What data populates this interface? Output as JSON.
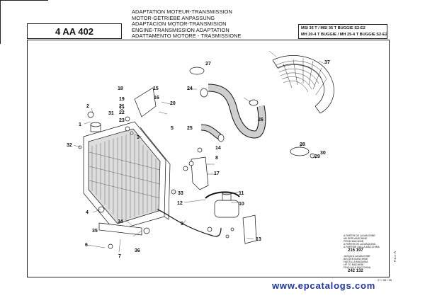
{
  "header": {
    "code": "4 AA 402",
    "titles": [
      "ADAPTATION MOTEUR-TRANSMISSION",
      "MOTOR-GETRIEBE ANPASSUNG",
      "ADAPTACION MOTOR-TRANSMISION",
      "ENGINE-TRANSMISSION ADAPTATION",
      "ADATTAMENTO MOTORE - TRASMISSIONE"
    ],
    "models": [
      "MSI 35 T / MSI 35 T BUGGIE S2-E2",
      "MH 20-4 T BUGGIE / MH 25-4 T BUGGIE S2-E2"
    ]
  },
  "serials": {
    "from_lines": [
      "A PARTIR DE LA MACHINE",
      "AB DER MASCHINE",
      "FROM MACHINE",
      "A PARTIR DE LA MAQUINA",
      "A PARTIRE DALLA MACCHINA"
    ],
    "from_number": "215 197",
    "upto_lines": [
      "JUSQU'A LA MACHINE",
      "BIS DER MASCHINE",
      "HASTA LA MAQUINA",
      "UP TO MACHINE",
      "FINO ALLA MACCHINA"
    ],
    "upto_number": "242 132"
  },
  "side_code": "F.C.I.-A",
  "doc_ref": "27 / 06 / 05",
  "watermark": "www.epcatalogs.com",
  "callouts": [
    {
      "id": "c1",
      "label": "1"
    },
    {
      "id": "c2",
      "label": "2"
    },
    {
      "id": "c3",
      "label": "3"
    },
    {
      "id": "c4",
      "label": "4"
    },
    {
      "id": "c5",
      "label": "5"
    },
    {
      "id": "c6",
      "label": "6"
    },
    {
      "id": "c7",
      "label": "7"
    },
    {
      "id": "c8",
      "label": "8"
    },
    {
      "id": "c9",
      "label": "9"
    },
    {
      "id": "c10",
      "label": "10"
    },
    {
      "id": "c11",
      "label": "11"
    },
    {
      "id": "c12",
      "label": "12"
    },
    {
      "id": "c13",
      "label": "13"
    },
    {
      "id": "c14",
      "label": "14"
    },
    {
      "id": "c15",
      "label": "15"
    },
    {
      "id": "c16",
      "label": "16"
    },
    {
      "id": "c17",
      "label": "17"
    },
    {
      "id": "c18",
      "label": "18"
    },
    {
      "id": "c19",
      "label": "19"
    },
    {
      "id": "c20",
      "label": "20"
    },
    {
      "id": "c21",
      "label": "21"
    },
    {
      "id": "c22",
      "label": "22"
    },
    {
      "id": "c23",
      "label": "23"
    },
    {
      "id": "c24",
      "label": "24"
    },
    {
      "id": "c25",
      "label": "25"
    },
    {
      "id": "c26",
      "label": "26"
    },
    {
      "id": "c27",
      "label": "27"
    },
    {
      "id": "c28",
      "label": "28"
    },
    {
      "id": "c29",
      "label": "29"
    },
    {
      "id": "c30",
      "label": "30"
    },
    {
      "id": "c31",
      "label": "31"
    },
    {
      "id": "c32",
      "label": "32"
    },
    {
      "id": "c33",
      "label": "33"
    },
    {
      "id": "c34",
      "label": "34"
    },
    {
      "id": "c35",
      "label": "35"
    },
    {
      "id": "c36",
      "label": "36"
    },
    {
      "id": "c37",
      "label": "37"
    }
  ]
}
